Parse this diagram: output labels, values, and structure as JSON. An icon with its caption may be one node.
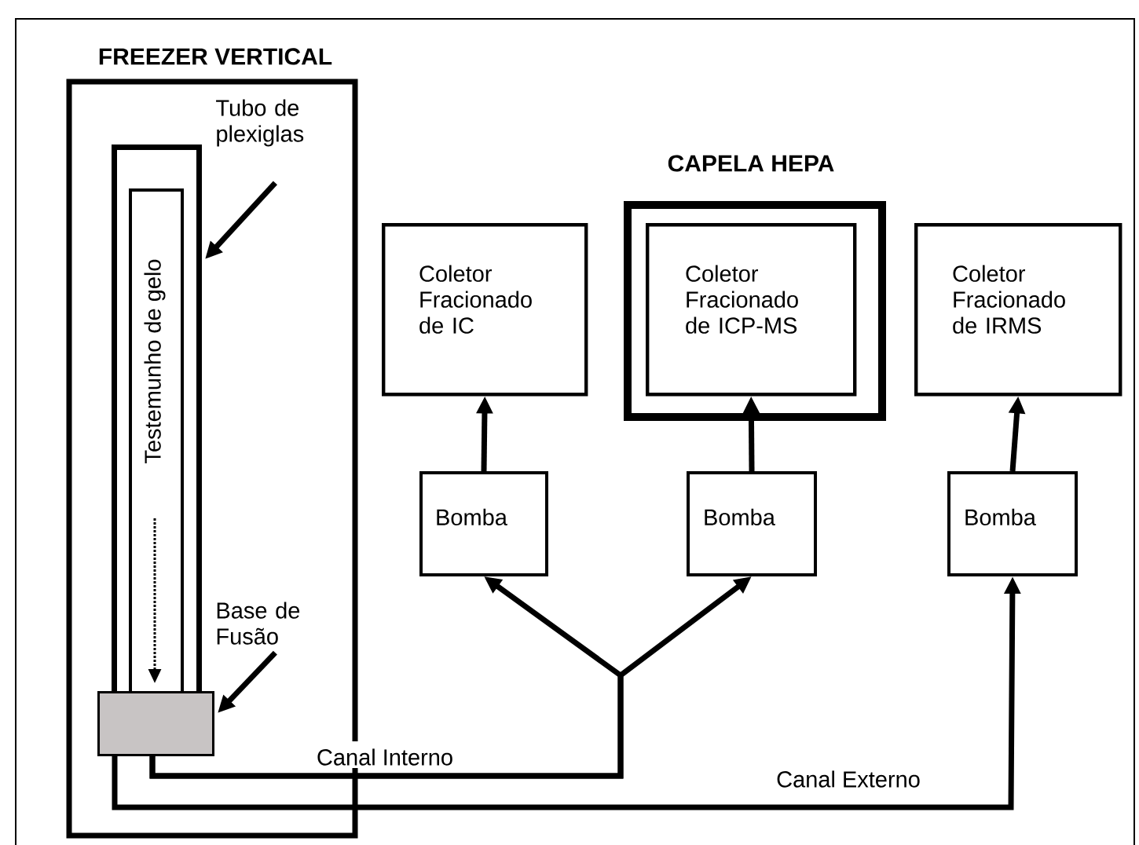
{
  "diagram": {
    "nodes": [
      {
        "text": [
          "FREEZER VERTICAL"
        ]
      },
      {
        "text": [
          "Tubo de plexiglas"
        ],
        "in": 0
      },
      {
        "text": [],
        "shape": "box",
        "in": 0
      },
      {
        "text": [
          "Testemunho de gelo"
        ],
        "in": 2
      },
      {
        "text": [
          "Base de Fusão"
        ],
        "in": 0
      },
      {
        "text": [],
        "shape": "box",
        "in": 0
      },
      {
        "text": [
          "CAPELA HEPA"
        ]
      },
      {
        "text": [
          "Coletor Fracionado de IC"
        ]
      },
      {
        "text": [
          "Coletor Fracionado de ICP-MS"
        ],
        "in": 6
      },
      {
        "text": [
          "Coletor Fracionado de IRMS"
        ]
      },
      {
        "text": [
          "Bomba"
        ]
      },
      {
        "text": [
          "Bomba"
        ]
      },
      {
        "text": [
          "Bomba"
        ]
      }
    ],
    "edges": [
      {
        "from": 1,
        "to": 2,
        "arrow": "to"
      },
      {
        "from": 4,
        "to": 5,
        "arrow": "to"
      },
      {
        "from": 5,
        "to": 10,
        "arrow": "to",
        "label": "Canal Interno"
      },
      {
        "from": 5,
        "to": 11,
        "arrow": "to"
      },
      {
        "from": 5,
        "to": 12,
        "arrow": "to",
        "label": "Canal Externo"
      },
      {
        "from": 10,
        "to": 7,
        "arrow": "to"
      },
      {
        "from": 11,
        "to": 8,
        "arrow": "to"
      },
      {
        "from": 12,
        "to": 9,
        "arrow": "to"
      }
    ]
  }
}
